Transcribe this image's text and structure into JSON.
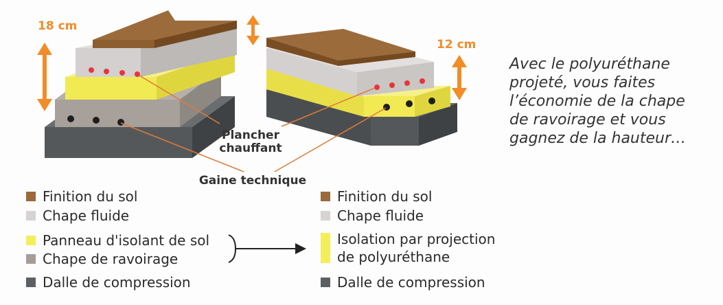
{
  "dimensions": {
    "left_height": "18 cm",
    "right_height": "12 cm"
  },
  "callouts": {
    "heating_line1": "Plancher",
    "heating_line2": "chauffant",
    "conduit": "Gaine technique"
  },
  "note_lines": [
    "Avec le polyuréthane",
    "projeté, vous faites",
    "l’économie de la chape",
    "de ravoirage et vous",
    "gagnez de la hauteur…"
  ],
  "legend_left": [
    {
      "label": "Finition du sol",
      "color": "#9a6a3a"
    },
    {
      "label": "Chape fluide",
      "color": "#d6d3d1"
    },
    {
      "label": "Panneau d'isolant de sol",
      "color": "#f4ee5a"
    },
    {
      "label": "Chape de ravoirage",
      "color": "#a59d98"
    },
    {
      "label": "Dalle de compression",
      "color": "#5d6062"
    }
  ],
  "legend_right": [
    {
      "label": "Finition du sol",
      "color": "#9a6a3a"
    },
    {
      "label": "Chape fluide",
      "color": "#d6d3d1"
    },
    {
      "label_lines": [
        "Isolation par projection",
        "de polyuréthane"
      ],
      "color": "#f4ee5a"
    },
    {
      "label": "Dalle de compression",
      "color": "#5d6062"
    }
  ],
  "colors": {
    "accent_orange": "#f28c28",
    "heating_dot": "#e8343a",
    "conduit_hole": "#1e1e1e",
    "callout_line": "#e07a3a"
  }
}
